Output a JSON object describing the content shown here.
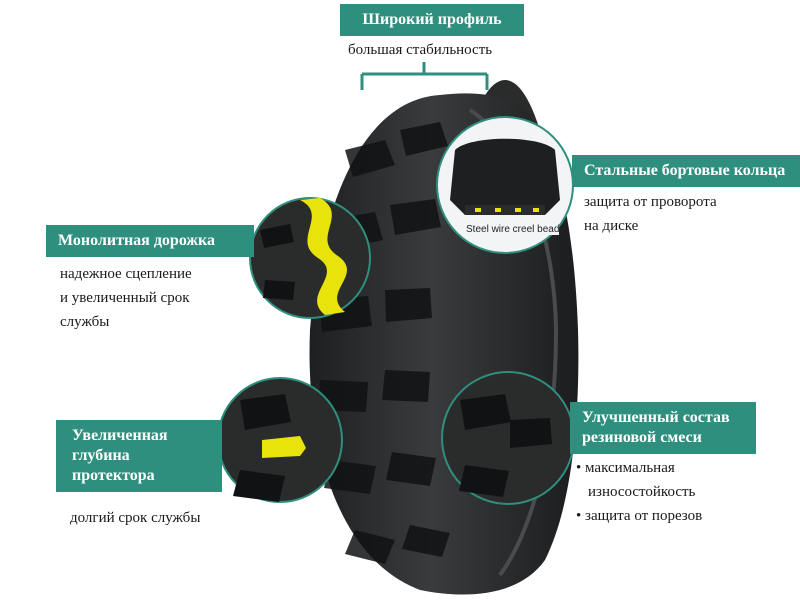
{
  "colors": {
    "label_bg": "#2f8f7e",
    "highlight_yellow": "#e8e30a",
    "tire_dark": "#2a2b2b"
  },
  "wide_profile": {
    "title": "Широкий профиль",
    "desc": "большая стабильность"
  },
  "steel_bead": {
    "title": "Стальные бортовые кольца",
    "desc_lines": [
      "защита от проворота",
      "на диске"
    ],
    "inset_caption": "Steel wire creel bead"
  },
  "monolithic_track": {
    "title": "Монолитная дорожка",
    "desc_lines": [
      "надежное сцепление",
      "и увеличенный срок",
      "службы"
    ]
  },
  "tread_depth": {
    "title_lines": [
      "Увеличенная",
      "глубина",
      "протектора"
    ],
    "desc": "долгий срок службы"
  },
  "rubber_compound": {
    "title_lines": [
      "Улучшенный состав",
      "резиновой смеси"
    ],
    "bullets": [
      "максимальная",
      "износостойкость",
      "защита от порезов"
    ]
  }
}
